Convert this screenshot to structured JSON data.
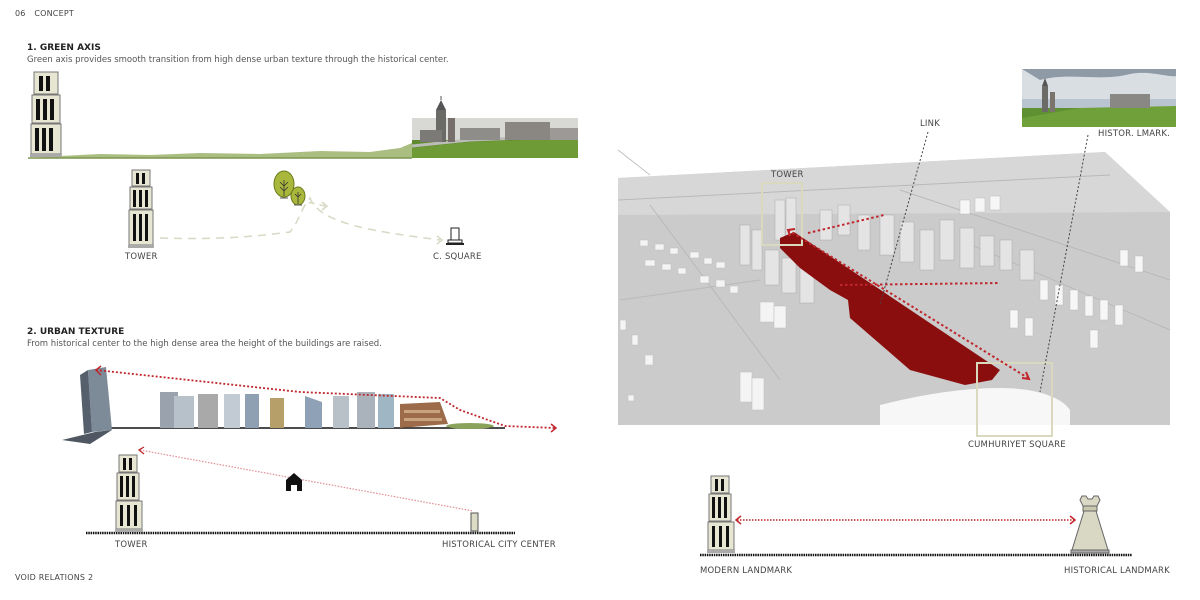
{
  "header": {
    "page_number": "06",
    "section": "CONCEPT"
  },
  "footer": {
    "text": "VOID RELATIONS 2"
  },
  "colors": {
    "accent_red": "#8b0e0e",
    "dotted_red": "#c0272d",
    "tower_fill": "#e6e6d2",
    "frame_beige": "#d9d9c0",
    "green_ground": "#8aa35a",
    "tree_green": "#a9b83c",
    "map_gray": "#c8c8c8"
  },
  "green_axis": {
    "title": "1. GREEN AXIS",
    "description": "Green axis provides smooth transition from  high dense urban texture through the  historical center.",
    "labels": {
      "tower": "TOWER",
      "square": "C. SQUARE"
    },
    "icons": [
      "tower-icon",
      "tree-icon",
      "monument-icon"
    ]
  },
  "urban_texture": {
    "title": "2. URBAN TEXTURE",
    "description": "From historical center to the high dense area  the height of the buildings are raised.",
    "labels": {
      "tower": "TOWER",
      "historical_center": "HISTORICAL CITY CENTER"
    },
    "icons": [
      "tower-icon",
      "house-icon",
      "column-icon"
    ]
  },
  "map": {
    "labels": {
      "link": "LINK",
      "tower": "TOWER",
      "historical_landmark": "HISTOR. LMARK.",
      "square": "CUMHURIYET SQUARE"
    }
  },
  "landmark_relation": {
    "labels": {
      "modern": "MODERN LANDMARK",
      "historical": "HISTORICAL LANDMARK"
    },
    "icons": [
      "tower-icon",
      "rook-icon"
    ]
  }
}
